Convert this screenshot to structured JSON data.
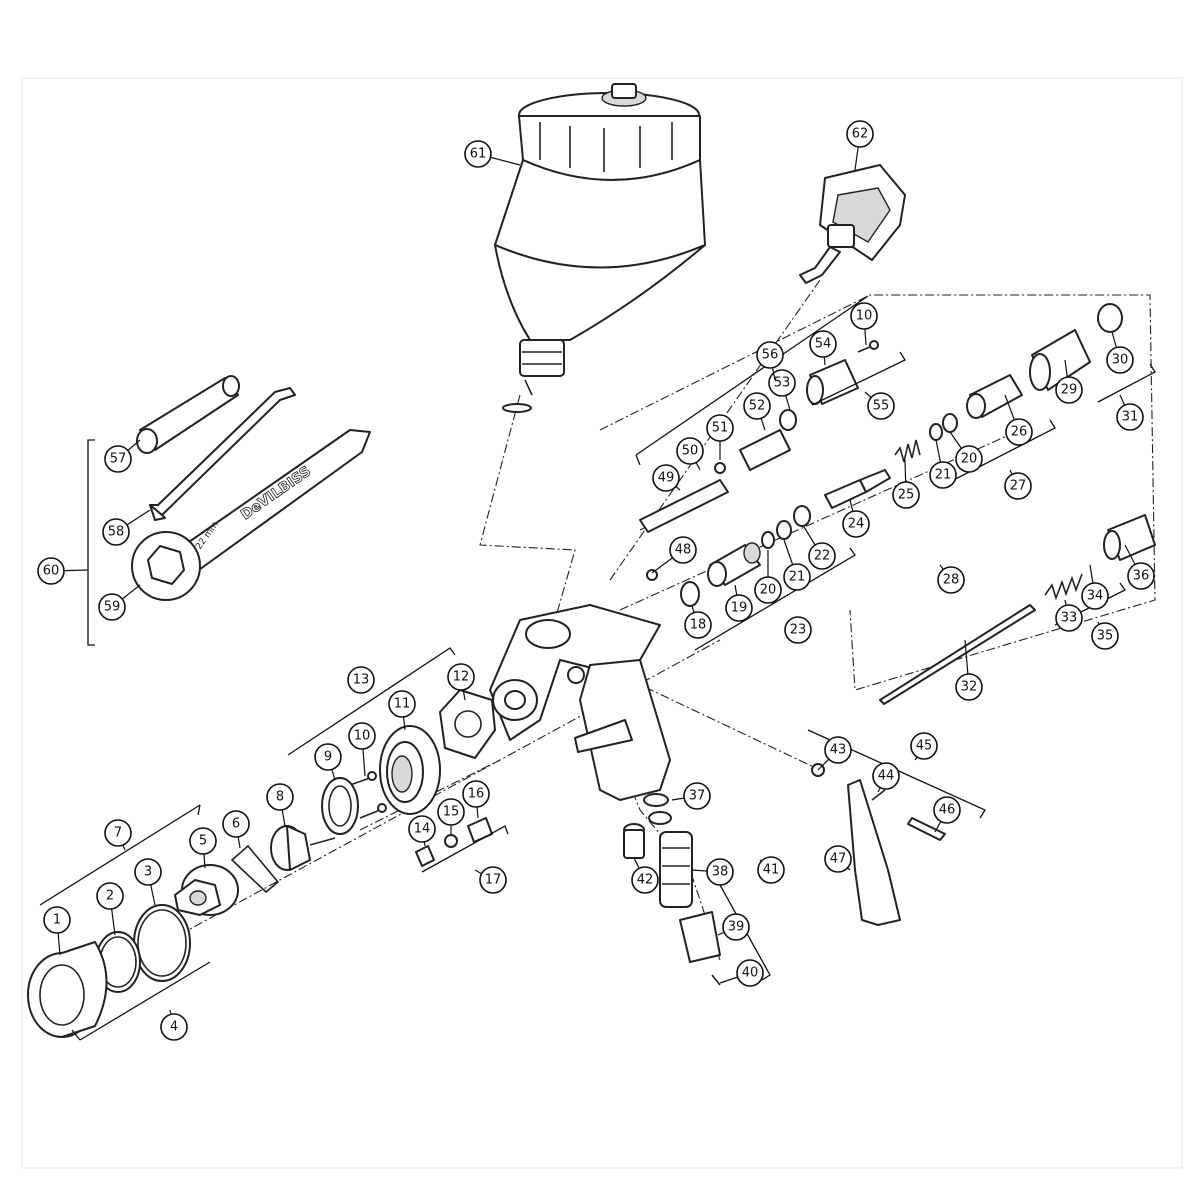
{
  "diagram": {
    "brand_label": "DeVILBISS",
    "wrench_size_label": "22 mm",
    "callouts": [
      "1",
      "2",
      "3",
      "4",
      "5",
      "6",
      "7",
      "8",
      "9",
      "10",
      "11",
      "12",
      "13",
      "14",
      "15",
      "16",
      "17",
      "18",
      "19",
      "20",
      "21",
      "22",
      "23",
      "24",
      "25",
      "26",
      "27",
      "28",
      "29",
      "30",
      "31",
      "32",
      "33",
      "34",
      "35",
      "36",
      "37",
      "38",
      "39",
      "40",
      "41",
      "42",
      "43",
      "44",
      "45",
      "46",
      "47",
      "48",
      "49",
      "50",
      "51",
      "52",
      "53",
      "54",
      "55",
      "56",
      "57",
      "58",
      "59",
      "60",
      "61",
      "62"
    ]
  }
}
